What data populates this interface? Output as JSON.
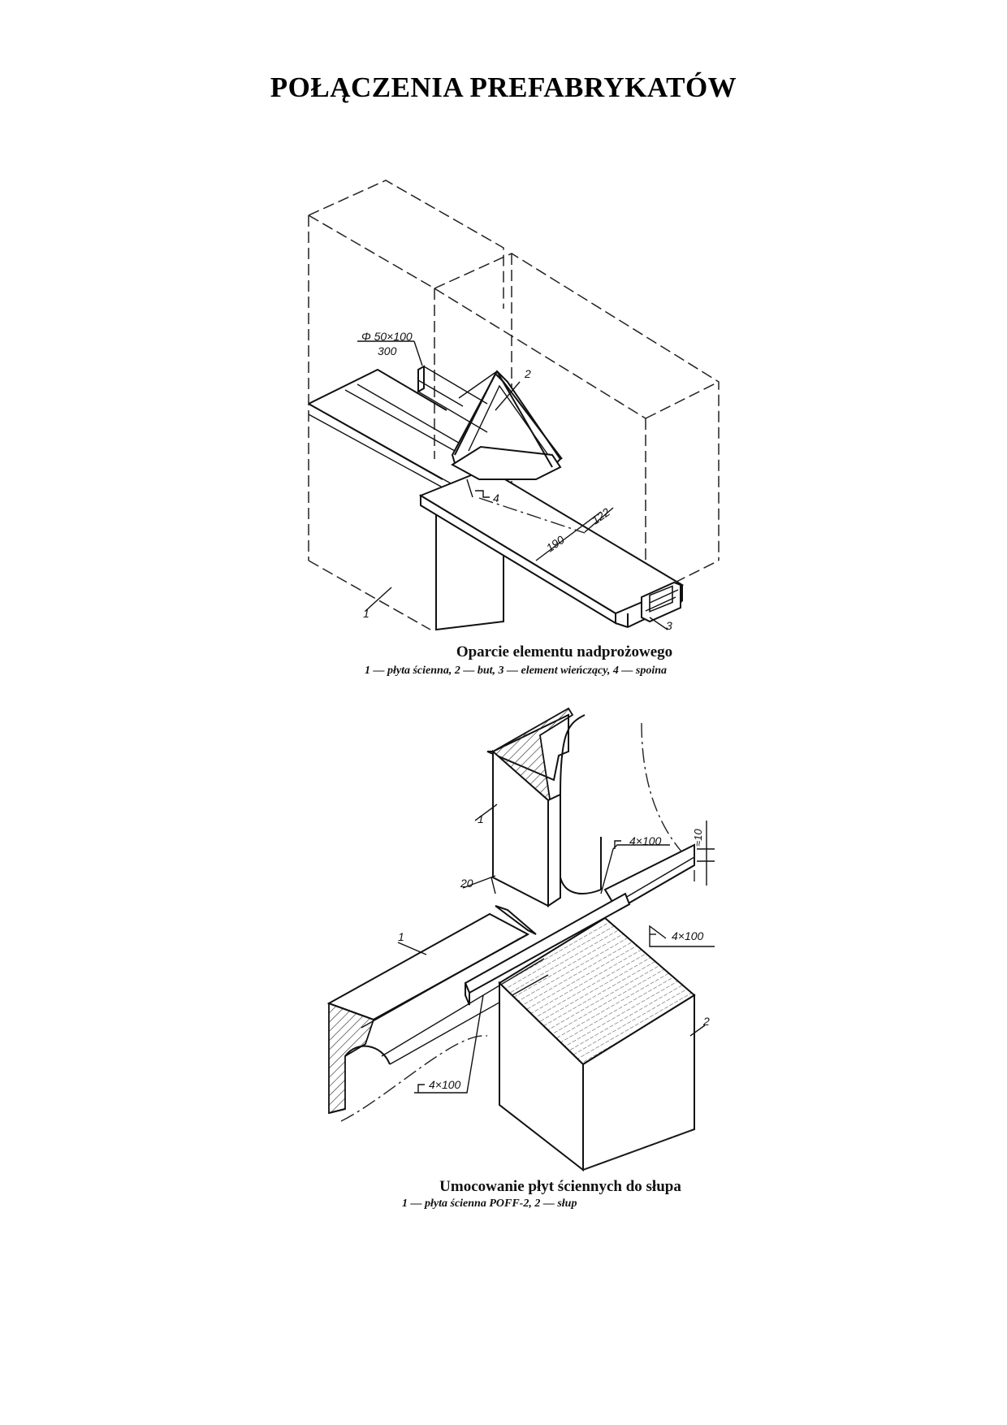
{
  "title": "POŁĄCZENIA PREFABRYKATÓW",
  "figure1": {
    "caption": "Oparcie elementu nadprożowego",
    "legend": "1 — płyta ścienna, 2 — but, 3 — element wieńczący, 4 — spoina",
    "labels": {
      "phi": "Φ 50×100",
      "spacing": "300",
      "dim_190": "190",
      "dim_122": "122",
      "n1": "1",
      "n2": "2",
      "n3": "3",
      "n4": "4"
    }
  },
  "figure2": {
    "caption": "Umocowanie płyt ściennych do słupa",
    "legend": "1 — płyta ścienna POFF-2, 2 — słup",
    "labels": {
      "weld_top": "4×100",
      "weld_right": "4×100",
      "weld_bottom": "4×100",
      "gap": "≈10",
      "dim_20": "20",
      "n1_top": "1",
      "n1_left": "1",
      "n2": "2"
    }
  }
}
